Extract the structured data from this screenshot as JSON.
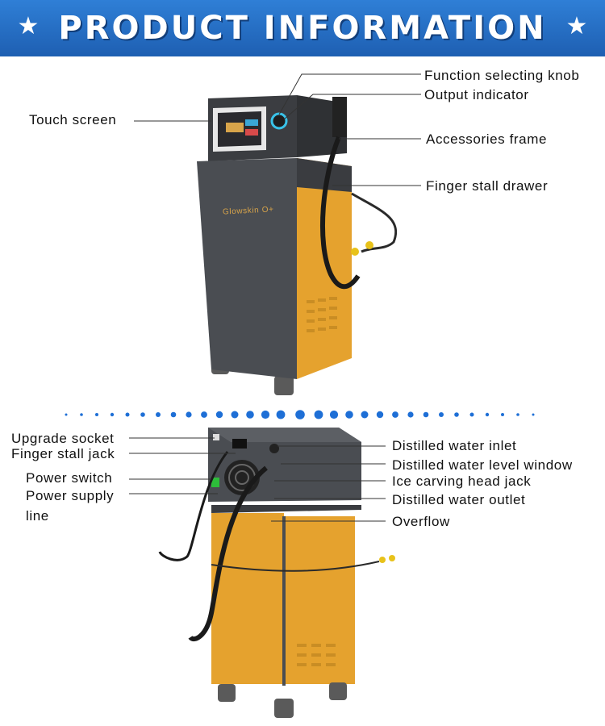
{
  "banner": {
    "title": "PRODUCT INFORMATION",
    "star_icon": "star-icon"
  },
  "brand": {
    "logo_text": "Glowskin O+"
  },
  "front_labels": {
    "function_knob": "Function selecting knob",
    "output_indicator": "Output indicator",
    "touch_screen": "Touch screen",
    "accessories_frame": "Accessories frame",
    "finger_drawer": "Finger stall drawer"
  },
  "back_labels": {
    "upgrade_socket": "Upgrade socket",
    "finger_jack": "Finger stall jack",
    "power_switch": "Power switch",
    "power_supply_line1": "Power supply",
    "power_supply_line2": "line",
    "water_inlet": "Distilled water inlet",
    "water_level": "Distilled water level window",
    "ice_jack": "Ice carving head jack",
    "water_outlet": "Distilled water outlet",
    "overflow": "Overflow"
  },
  "colors": {
    "banner": "#1e5fb2",
    "body_dark": "#4a4d52",
    "panel_orange": "#e5a22e",
    "dots": "#1e6fd6"
  }
}
